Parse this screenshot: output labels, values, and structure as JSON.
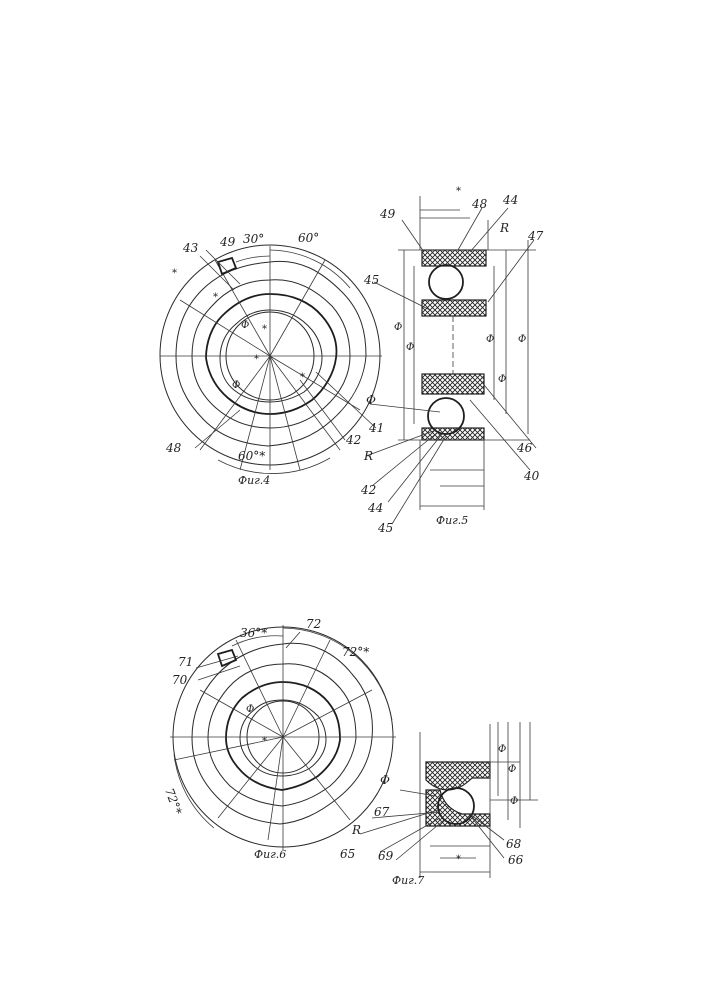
{
  "figures": [
    {
      "caption": "Фиг.4",
      "angles": [
        "30°",
        "60°",
        "60°*"
      ],
      "refs": [
        "43",
        "49",
        "48",
        "42",
        "41"
      ],
      "marks": [
        "*",
        "*",
        "*",
        "*",
        "*",
        "Ф",
        "Ф"
      ]
    },
    {
      "caption": "Фиг.5",
      "refs": [
        "49",
        "48",
        "44",
        "47",
        "45",
        "46",
        "40",
        "42",
        "44",
        "45"
      ],
      "symbols": [
        "R",
        "R",
        "Ф",
        "Ф",
        "Ф",
        "Ф",
        "Ф",
        "Ф"
      ],
      "marks": [
        "*"
      ]
    },
    {
      "caption": "Фиг.6",
      "angles": [
        "36°*",
        "72°*",
        "72°*"
      ],
      "refs": [
        "72",
        "71",
        "70"
      ],
      "marks": [
        "*",
        "Ф"
      ]
    },
    {
      "caption": "Фиг.7",
      "refs": [
        "67",
        "65",
        "69",
        "68",
        "66"
      ],
      "symbols": [
        "Ф",
        "R",
        "Ф",
        "Ф",
        "Ф"
      ],
      "marks": [
        "*"
      ]
    }
  ]
}
